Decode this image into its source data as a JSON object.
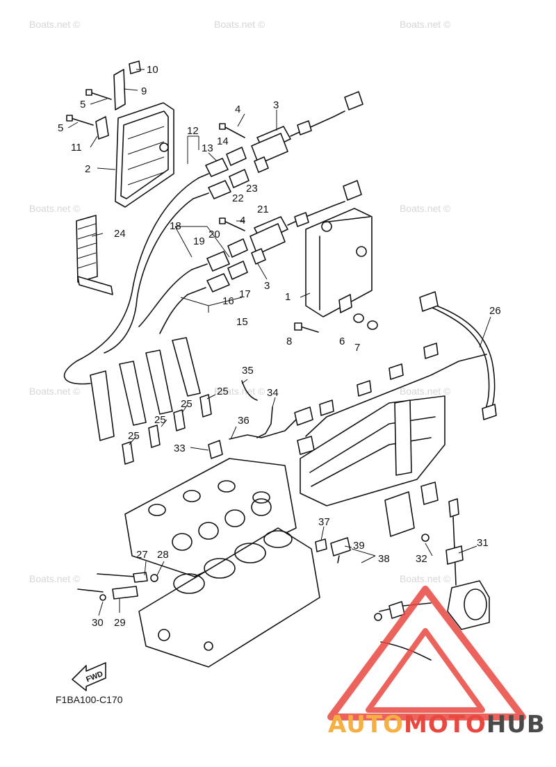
{
  "watermark": "Boats.net ©",
  "diagram_code": "F1BA100-C170",
  "fwd_label": "FWD",
  "brand": {
    "part1": "AUTO",
    "part2": "MOTO",
    "part3": "HUB",
    "color_orange": "#f5b041",
    "color_red": "#e8483f",
    "color_gray": "#4a4a4a"
  },
  "callouts": [
    "1",
    "2",
    "3",
    "3",
    "4",
    "4",
    "5",
    "5",
    "6",
    "7",
    "8",
    "9",
    "10",
    "11",
    "12",
    "13",
    "14",
    "15",
    "16",
    "17",
    "18",
    "19",
    "20",
    "21",
    "22",
    "23",
    "24",
    "25",
    "25",
    "25",
    "25",
    "26",
    "27",
    "28",
    "29",
    "30",
    "31",
    "32",
    "33",
    "34",
    "35",
    "36",
    "37",
    "38",
    "39"
  ]
}
